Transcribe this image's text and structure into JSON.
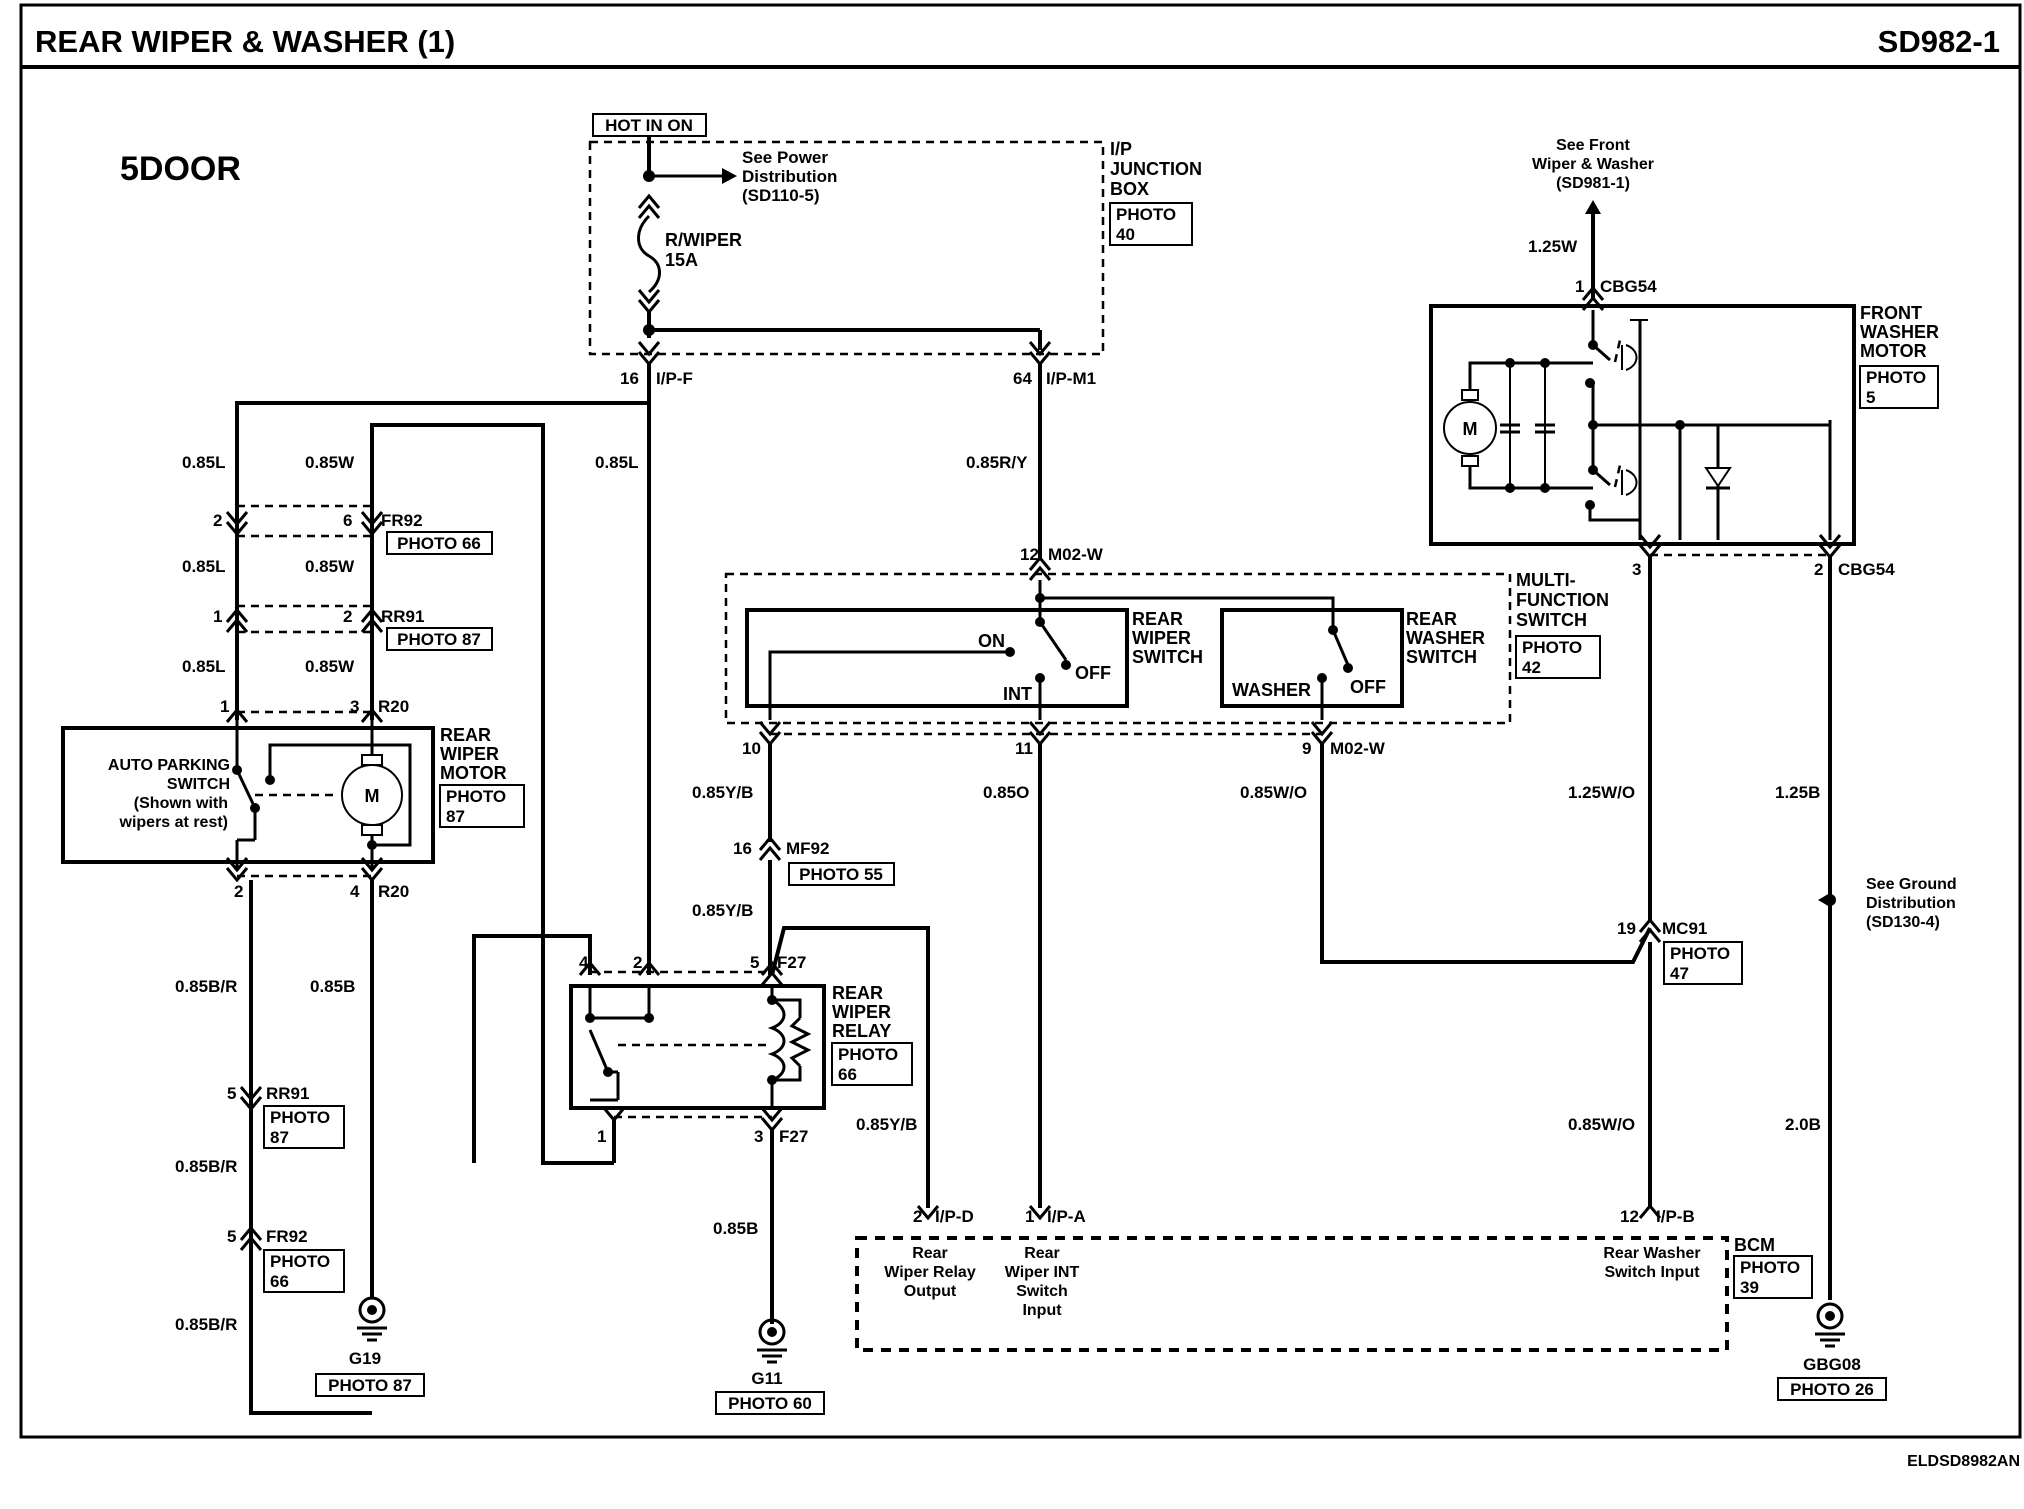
{
  "header": {
    "title": "REAR WIPER & WASHER (1)",
    "code": "SD982-1",
    "footer_code": "ELDSD8982AN"
  },
  "variant": "5DOOR",
  "power": {
    "hot_label": "HOT IN ON",
    "see_power_lines": [
      "See Power",
      "Distribution",
      "(SD110-5)"
    ],
    "fuse_lines": [
      "R/WIPER",
      "15A"
    ],
    "junction_box_lines": [
      "I/P",
      "JUNCTION",
      "BOX"
    ],
    "junction_box_photo": [
      "PHOTO",
      "40"
    ]
  },
  "front_ref": {
    "lines": [
      "See Front",
      "Wiper & Washer",
      "(SD981-1)"
    ]
  },
  "front_washer_motor": {
    "lines": [
      "FRONT",
      "WASHER",
      "MOTOR"
    ],
    "photo": [
      "PHOTO",
      "5"
    ],
    "motor_symbol": "M"
  },
  "multifunction": {
    "lines": [
      "MULTI-",
      "FUNCTION",
      "SWITCH"
    ],
    "photo": [
      "PHOTO",
      "42"
    ],
    "rear_wiper_switch": [
      "REAR",
      "WIPER",
      "SWITCH"
    ],
    "rear_washer_switch": [
      "REAR",
      "WASHER",
      "SWITCH"
    ],
    "pos_on": "ON",
    "pos_int": "INT",
    "pos_off": "OFF",
    "pos_washer": "WASHER",
    "pos_off2": "OFF"
  },
  "rear_wiper_motor": {
    "lines": [
      "REAR",
      "WIPER",
      "MOTOR"
    ],
    "photo": [
      "PHOTO",
      "87"
    ],
    "motor_symbol": "M",
    "auto_parking_lines": [
      "AUTO PARKING",
      "SWITCH",
      "(Shown with",
      "wipers at rest)"
    ]
  },
  "rear_wiper_relay": {
    "lines": [
      "REAR",
      "WIPER",
      "RELAY"
    ],
    "photo": [
      "PHOTO",
      "66"
    ]
  },
  "bcm": {
    "label": "BCM",
    "photo": [
      "PHOTO",
      "39"
    ],
    "relay_output": [
      "Rear",
      "Wiper Relay",
      "Output"
    ],
    "int_input": [
      "Rear",
      "Wiper INT",
      "Switch",
      "Input"
    ],
    "washer_input": [
      "Rear Washer",
      "Switch Input"
    ]
  },
  "ground_ref": {
    "lines": [
      "See Ground",
      "Distribution",
      "(SD130-4)"
    ]
  },
  "grounds": [
    {
      "name": "G19",
      "photo": "PHOTO 87"
    },
    {
      "name": "G11",
      "photo": "PHOTO 60"
    },
    {
      "name": "GBG08",
      "photo": "PHOTO 26"
    }
  ],
  "connector_photos": {
    "fr92_top": "PHOTO 66",
    "rr91_top": "PHOTO 87",
    "mf92": "PHOTO 55",
    "mc91": [
      "PHOTO",
      "47"
    ],
    "rr91_bot": [
      "PHOTO",
      "87"
    ],
    "fr92_bot": [
      "PHOTO",
      "66"
    ]
  },
  "connectors": {
    "c16": "16",
    "ipf": "I/P-F",
    "c64": "64",
    "ipm1": "I/P-M1",
    "c1_cbg": "1",
    "cbg54_top": "CBG54",
    "c3_cbg": "3",
    "c2_cbg": "2",
    "cbg54_bot": "CBG54",
    "c12_m02": "12",
    "m02w_top": "M02-W",
    "c10": "10",
    "c11": "11",
    "c9": "9",
    "m02w_bot": "M02-W",
    "c2_fr92": "2",
    "c6_fr92": "6",
    "fr92_top": "FR92",
    "c1_rr91": "1",
    "c2_rr91": "2",
    "rr91_top": "RR91",
    "c1_r20": "1",
    "c3_r20": "3",
    "r20_top": "R20",
    "c2_r20": "2",
    "c4_r20": "4",
    "r20_bot": "R20",
    "c16_mf92": "16",
    "mf92": "MF92",
    "c4_f27": "4",
    "c2_f27": "2",
    "c5_f27": "5",
    "f27_top": "F27",
    "c1_f27": "1",
    "c3_f27": "3",
    "f27_bot": "F27",
    "c19_mc91": "19",
    "mc91": "MC91",
    "c5_rr91": "5",
    "rr91_bot": "RR91",
    "c5_fr92": "5",
    "fr92_bot": "FR92",
    "c2_ipd": "2",
    "ipd": "I/P-D",
    "c1_ipa": "1",
    "ipa": "I/P-A",
    "c12_ipb": "12",
    "ipb": "I/P-B"
  },
  "wires": {
    "w085l_a": "0.85L",
    "w085w_a": "0.85W",
    "w085l_b": "0.85L",
    "w085w_b": "0.85W",
    "w085l_c": "0.85L",
    "w085w_c": "0.85W",
    "w085l_fuse": "0.85L",
    "w085ry": "0.85R/Y",
    "w125w": "1.25W",
    "w085yb_a": "0.85Y/B",
    "w085o": "0.85O",
    "w085wo_a": "0.85W/O",
    "w125wo": "1.25W/O",
    "w125b": "1.25B",
    "w085yb_b": "0.85Y/B",
    "w085yb_c": "0.85Y/B",
    "w085br_a": "0.85B/R",
    "w085b_a": "0.85B",
    "w085br_b": "0.85B/R",
    "w085br_c": "0.85B/R",
    "w085b_b": "0.85B",
    "w085wo_b": "0.85W/O",
    "w20b": "2.0B"
  }
}
